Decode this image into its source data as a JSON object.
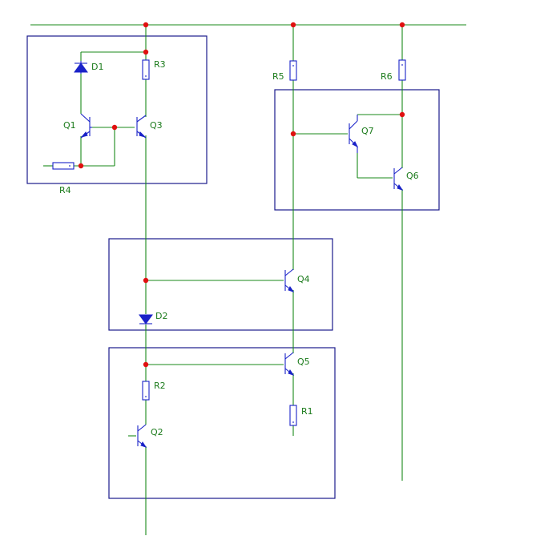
{
  "diagram": {
    "labels": {
      "D1": "D1",
      "R3": "R3",
      "Q1": "Q1",
      "Q3": "Q3",
      "R4": "R4",
      "R5": "R5",
      "R6": "R6",
      "Q7": "Q7",
      "Q6": "Q6",
      "Q4": "Q4",
      "D2": "D2",
      "Q5": "Q5",
      "R2": "R2",
      "R1": "R1",
      "Q2": "Q2"
    },
    "colors": {
      "wire": "#1a8a1a",
      "symbol": "#1a22c8",
      "box": "#1a1a8c",
      "junction": "#e01010",
      "label": "#1a7a1a"
    }
  }
}
